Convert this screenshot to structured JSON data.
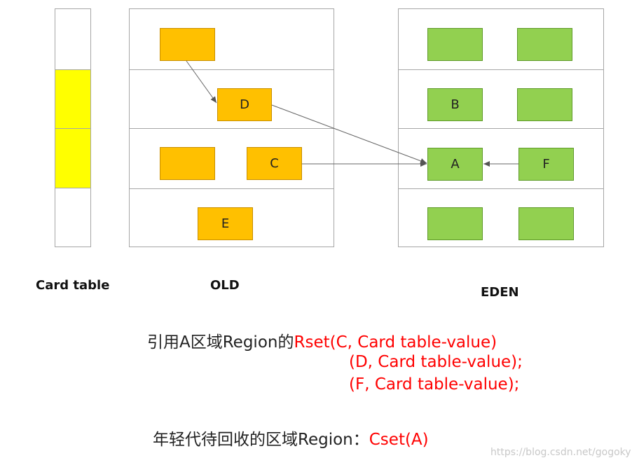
{
  "labels": {
    "card_table": "Card table",
    "old": "OLD",
    "eden": "EDEN"
  },
  "boxes": {
    "d": "D",
    "c": "C",
    "e": "E",
    "b": "B",
    "a": "A",
    "f": "F"
  },
  "text": {
    "line1_black": "引用A区域Region的",
    "line1_red": "Rset(C, Card table-value)",
    "line2_red": "(D, Card table-value);",
    "line3_red": "(F,  Card table-value);",
    "line4_black": "年轻代待回收的区域Region：",
    "line4_red": "Cset(A)"
  },
  "watermark": "https://blog.csdn.net/gogoky",
  "colors": {
    "old_region": "#ffc000",
    "eden_region": "#92d050",
    "card": "#ffff00",
    "highlight_text": "#ff0000"
  }
}
